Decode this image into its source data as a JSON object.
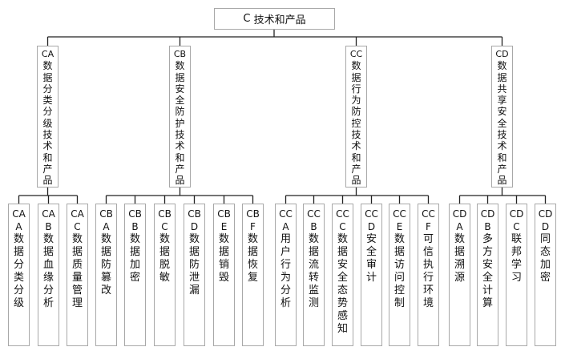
{
  "root": {
    "code": "C",
    "label": "技术和产品"
  },
  "categories": [
    {
      "code": "CA",
      "label": "数据分类分级技术和产品",
      "children": [
        {
          "code": "CAA",
          "label": "数据分类分级"
        },
        {
          "code": "CAB",
          "label": "数据血缘分析"
        },
        {
          "code": "CAC",
          "label": "数据质量管理"
        }
      ]
    },
    {
      "code": "CB",
      "label": "数据安全防护技术和产品",
      "children": [
        {
          "code": "CBA",
          "label": "数据防篡改"
        },
        {
          "code": "CBB",
          "label": "数据加密"
        },
        {
          "code": "CBC",
          "label": "数据脱敏"
        },
        {
          "code": "CBD",
          "label": "数据防泄漏"
        },
        {
          "code": "CBE",
          "label": "数据销毁"
        },
        {
          "code": "CBF",
          "label": "数据恢复"
        }
      ]
    },
    {
      "code": "CC",
      "label": "数据行为防控技术和产品",
      "children": [
        {
          "code": "CCA",
          "label": "用户行为分析"
        },
        {
          "code": "CCB",
          "label": "数据流转监测"
        },
        {
          "code": "CCC",
          "label": "数据安全态势感知"
        },
        {
          "code": "CCD",
          "label": "安全审计"
        },
        {
          "code": "CCE",
          "label": "数据访问控制"
        },
        {
          "code": "CCF",
          "label": "可信执行环境"
        }
      ]
    },
    {
      "code": "CD",
      "label": "数据共享安全技术和产品",
      "children": [
        {
          "code": "CDA",
          "label": "数据溯源"
        },
        {
          "code": "CDB",
          "label": "多方安全计算"
        },
        {
          "code": "CDC",
          "label": "联邦学习"
        },
        {
          "code": "CDD",
          "label": "同态加密"
        }
      ]
    }
  ]
}
